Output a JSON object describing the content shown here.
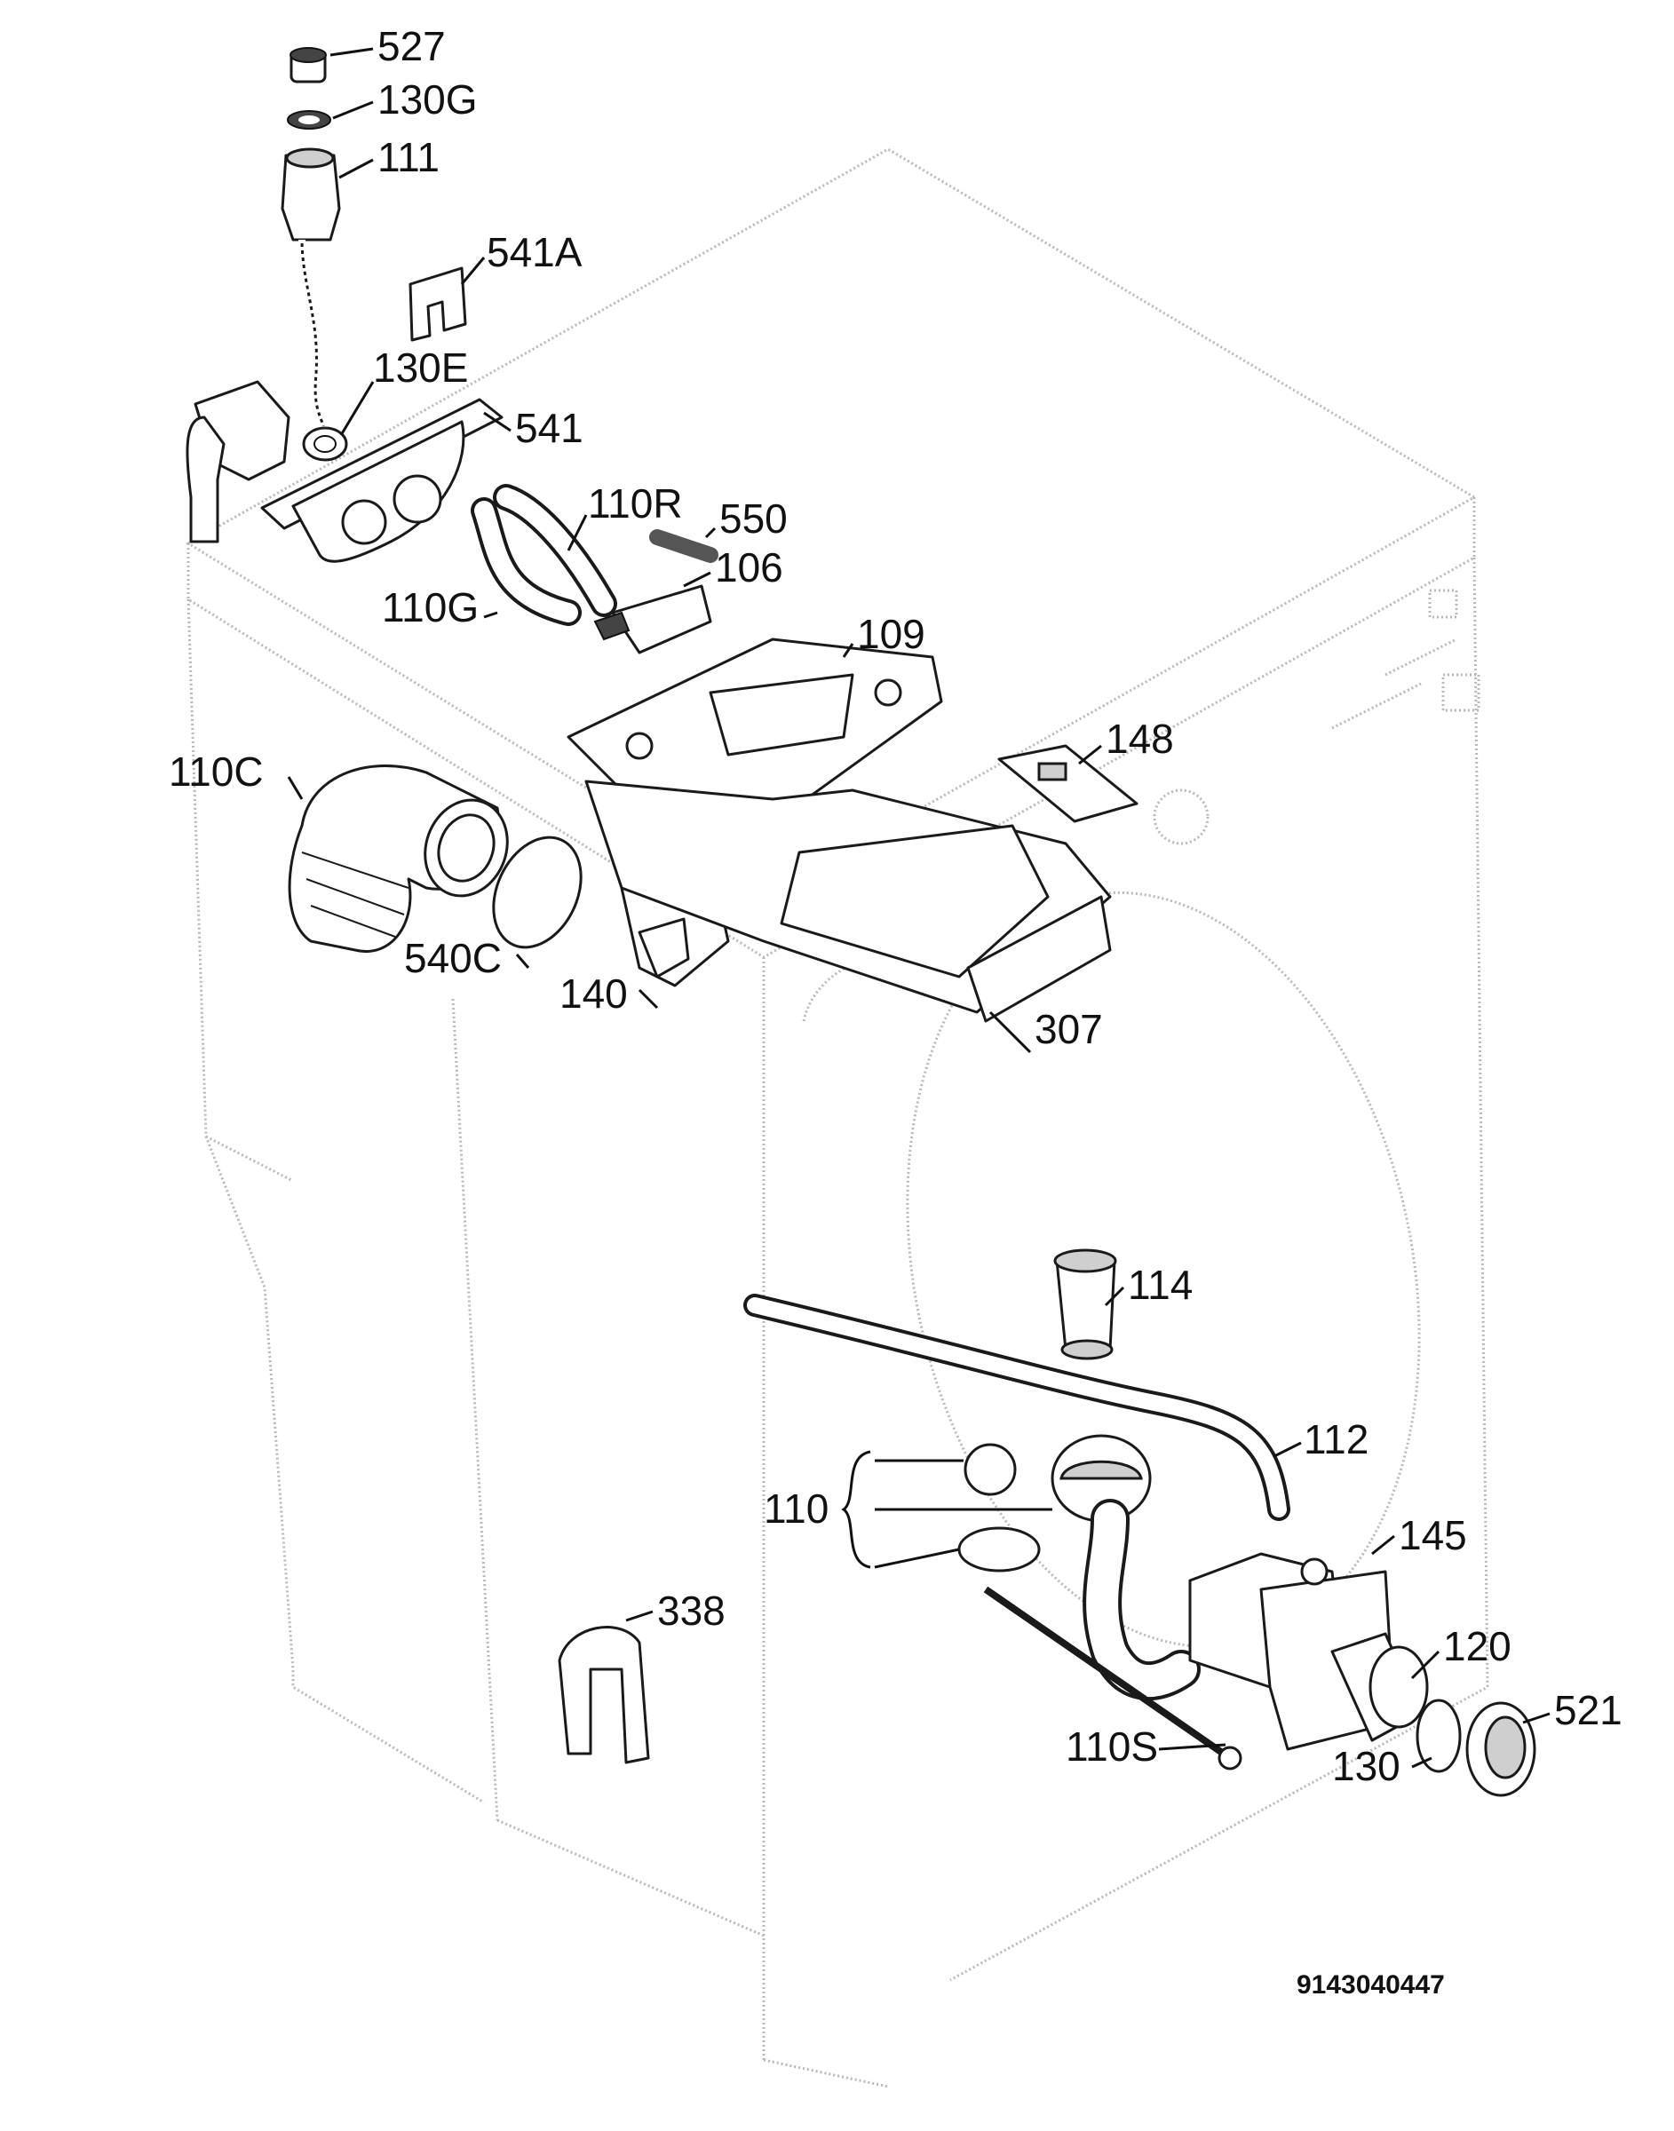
{
  "diagram": {
    "drawing_number": "9143040447",
    "parts": [
      {
        "id": "p527",
        "label": "527"
      },
      {
        "id": "p130G",
        "label": "130G"
      },
      {
        "id": "p111",
        "label": "111"
      },
      {
        "id": "p541A",
        "label": "541A"
      },
      {
        "id": "p130E",
        "label": "130E"
      },
      {
        "id": "p541",
        "label": "541"
      },
      {
        "id": "p110R",
        "label": "110R"
      },
      {
        "id": "p550",
        "label": "550"
      },
      {
        "id": "p106",
        "label": "106"
      },
      {
        "id": "p110G",
        "label": "110G"
      },
      {
        "id": "p109",
        "label": "109"
      },
      {
        "id": "p110C",
        "label": "110C"
      },
      {
        "id": "p148",
        "label": "148"
      },
      {
        "id": "p540C",
        "label": "540C"
      },
      {
        "id": "p140",
        "label": "140"
      },
      {
        "id": "p307",
        "label": "307"
      },
      {
        "id": "p114",
        "label": "114"
      },
      {
        "id": "p112",
        "label": "112"
      },
      {
        "id": "p110",
        "label": "110"
      },
      {
        "id": "p145",
        "label": "145"
      },
      {
        "id": "p338",
        "label": "338"
      },
      {
        "id": "p120",
        "label": "120"
      },
      {
        "id": "p521",
        "label": "521"
      },
      {
        "id": "p110S",
        "label": "110S"
      },
      {
        "id": "p130",
        "label": "130"
      }
    ]
  }
}
